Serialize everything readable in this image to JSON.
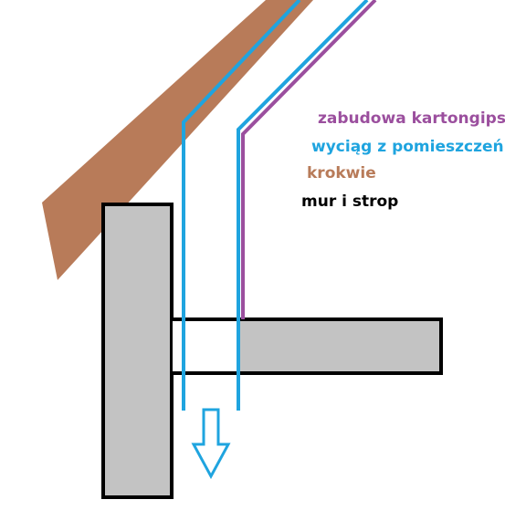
{
  "legend": [
    {
      "key": "drywall",
      "label": "zabudowa kartongips",
      "color": "#9b4f9e"
    },
    {
      "key": "duct",
      "label": "wyciąg z pomieszczeń",
      "color": "#1fa4df"
    },
    {
      "key": "rafter",
      "label": "krokwie",
      "color": "#b87b59"
    },
    {
      "key": "wall",
      "label": "mur i strop",
      "color": "#000000"
    }
  ],
  "colors": {
    "rafter_fill": "#b87b59",
    "concrete_fill": "#c3c3c3",
    "outline": "#000000",
    "duct": "#1fa4df",
    "drywall": "#9b4f9e",
    "arrow": "#1fa4df",
    "background": "#ffffff"
  },
  "icons": {
    "flow_arrow": "arrow-down-icon"
  }
}
